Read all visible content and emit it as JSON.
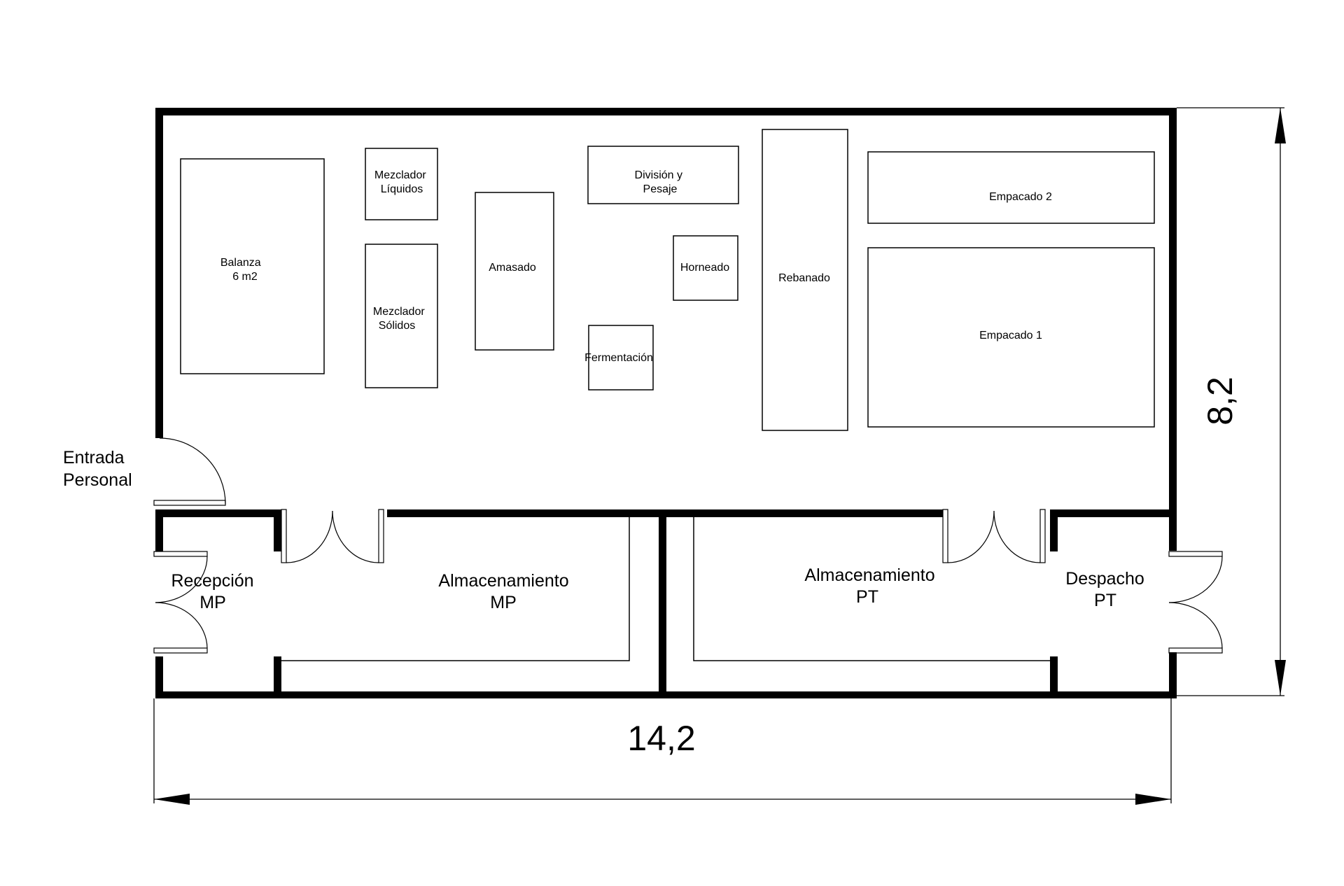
{
  "stations": {
    "balanza": [
      "Balanza",
      "6 m2"
    ],
    "mezclador_liquidos": [
      "Mezclador",
      "Líquidos"
    ],
    "mezclador_solidos": [
      "Mezclador",
      "Sólidos"
    ],
    "amasado": [
      "Amasado"
    ],
    "division_pesaje": [
      "División y",
      "Pesaje"
    ],
    "horneado": [
      "Horneado"
    ],
    "fermentacion": [
      "Fermentación"
    ],
    "rebanado": [
      "Rebanado"
    ],
    "empacado_2": [
      "Empacado 2"
    ],
    "empacado_1": [
      "Empacado 1"
    ]
  },
  "rooms": {
    "entrada_personal": [
      "Entrada",
      "Personal"
    ],
    "recepcion_mp": [
      "Recepción",
      "MP"
    ],
    "almacenamiento_mp": [
      "Almacenamiento",
      "MP"
    ],
    "almacenamiento_pt": [
      "Almacenamiento",
      "PT"
    ],
    "despacho_pt": [
      "Despacho",
      "PT"
    ]
  },
  "dimensions": {
    "width": "14,2",
    "height": "8,2"
  }
}
